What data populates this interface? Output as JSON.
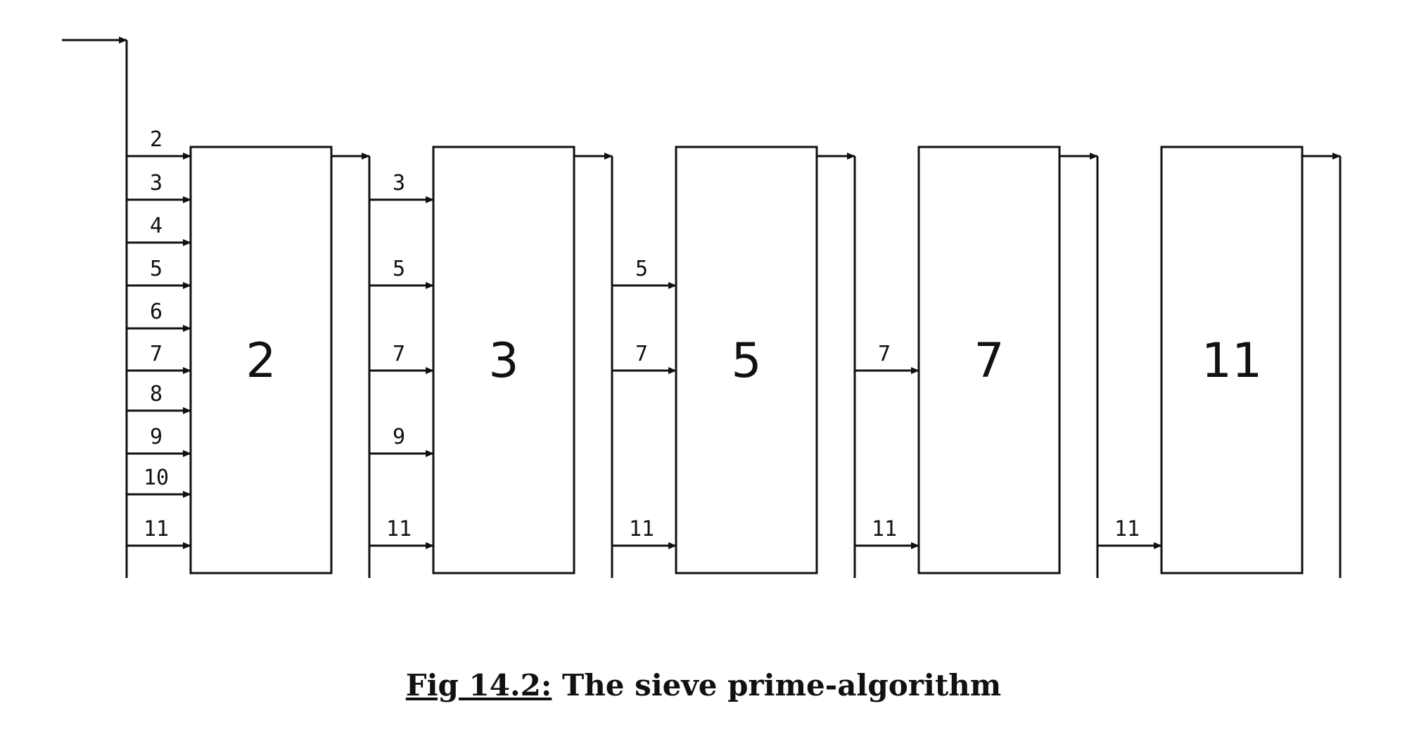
{
  "diagram": {
    "stages": [
      {
        "prime": "2",
        "inputs": [
          "2",
          "3",
          "4",
          "5",
          "6",
          "7",
          "8",
          "9",
          "10",
          "11"
        ]
      },
      {
        "prime": "3",
        "inputs": [
          "3",
          "5",
          "7",
          "9",
          "11"
        ]
      },
      {
        "prime": "5",
        "inputs": [
          "5",
          "7",
          "11"
        ]
      },
      {
        "prime": "7",
        "inputs": [
          "7",
          "11"
        ]
      },
      {
        "prime": "11",
        "inputs": [
          "11"
        ]
      }
    ]
  },
  "caption": {
    "label": "Fig 14.2:",
    "text": " The sieve prime-algorithm"
  }
}
